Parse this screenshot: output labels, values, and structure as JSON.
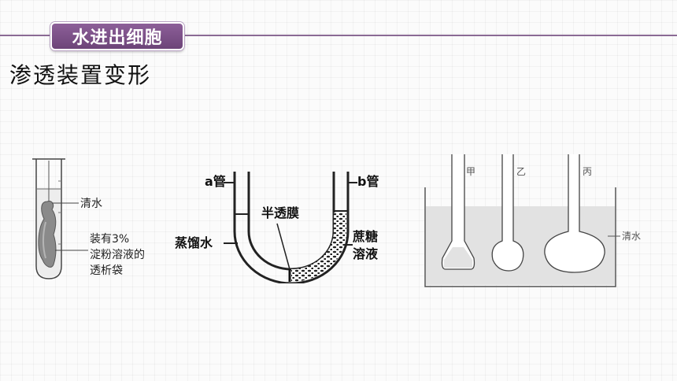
{
  "header": {
    "section_tab": "水进出细胞",
    "subtitle": "渗透装置变形"
  },
  "colors": {
    "accent": "#7b4f86",
    "rule": "#8a6a94",
    "liquid": "#e3e3e3"
  },
  "figure_test_tube": {
    "labels": {
      "water": "清水",
      "bag_line1": "装有3%",
      "bag_line2": "淀粉溶液的",
      "bag_line3": "透析袋"
    }
  },
  "figure_u_tube": {
    "labels": {
      "tube_a": "a管",
      "tube_b": "b管",
      "membrane": "半透膜",
      "distilled": "蒸馏水",
      "sucrose_line1": "蔗糖",
      "sucrose_line2": "溶液"
    }
  },
  "figure_beaker": {
    "labels": {
      "funnel_1": "甲",
      "funnel_2": "乙",
      "funnel_3": "丙",
      "water": "清水"
    }
  }
}
